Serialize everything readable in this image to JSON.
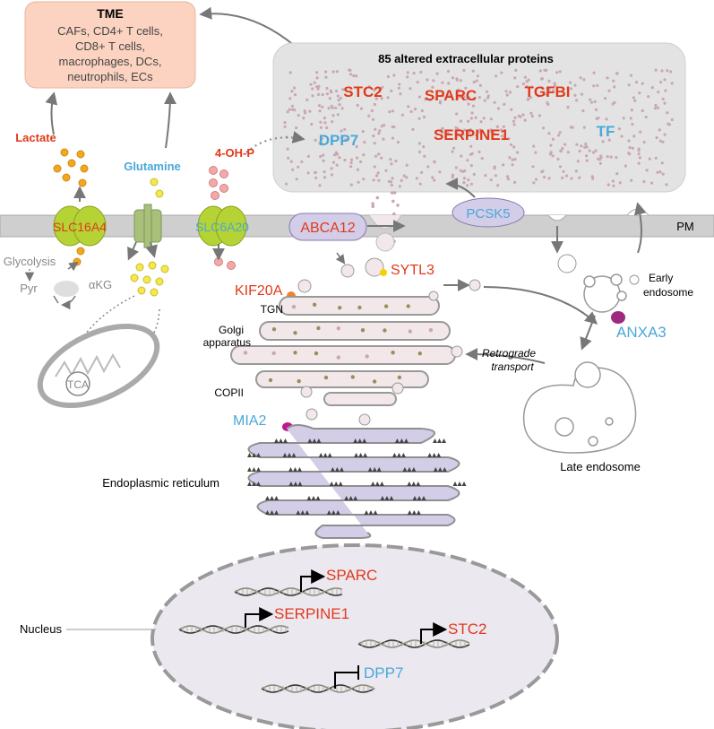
{
  "tme": {
    "title": "TME",
    "lines": [
      "CAFs, CD4+  T cells,",
      "CD8+ T cells,",
      "macrophages, DCs,",
      "neutrophils, ECs"
    ]
  },
  "extracellular": {
    "title": "85 altered extracellular proteins",
    "proteins": {
      "stc2": "STC2",
      "sparc": "SPARC",
      "tgfbi": "TGFBI",
      "dpp7": "DPP7",
      "serpine1": "SERPINE1",
      "tf": "TF"
    }
  },
  "metabolites": {
    "lactate": "Lactate",
    "glutamine": "Glutamine",
    "oh_p": "4-OH-P"
  },
  "transporters": {
    "slc16a4": "SLC16A4",
    "slc6a20": "SLC6A20",
    "abca12": "ABCA12",
    "pcsk5": "PCSK5"
  },
  "membrane": {
    "pm": "PM"
  },
  "metabolism": {
    "glycolysis": "Glycolysis",
    "pyr": "Pyr",
    "akg": "αKG",
    "tca": "TCA"
  },
  "secretory": {
    "sytl3": "SYTL3",
    "kif20a": "KIF20A",
    "tgn": "TGN",
    "golgi": [
      "Golgi",
      "apparatus"
    ],
    "copii": "COPII",
    "mia2": "MIA2",
    "er": "Endoplasmic reticulum",
    "retrograde": [
      "Retrograde",
      "transport"
    ]
  },
  "endosome": {
    "early": [
      "Early",
      "endosome"
    ],
    "anxa3": "ANXA3",
    "late": "Late endosome"
  },
  "nucleus": {
    "label": "Nucleus",
    "genes": {
      "sparc": "SPARC",
      "serpine1": "SERPINE1",
      "stc2": "STC2",
      "dpp7": "DPP7"
    }
  },
  "colors": {
    "red": "#e2391b",
    "blue": "#4aa8d8",
    "tme_fill": "#fbd3c0",
    "ecm_fill": "#e3e3e3",
    "membrane": "#cfcfcf",
    "er_fill": "#d3cde8",
    "transporter_green": "#b5d334",
    "lactate_dot": "#f2a81e",
    "glutamine_dot": "#f4e84d",
    "ohp_dot": "#f4a9a9",
    "vesicle_dot": "#c9a7b3"
  }
}
